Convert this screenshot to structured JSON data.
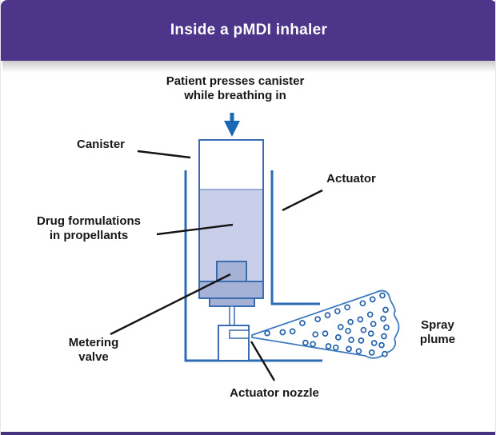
{
  "header": {
    "title": "Inside a pMDI inhaler"
  },
  "diagram": {
    "labels": {
      "instruction": {
        "line1": "Patient presses canister",
        "line2": "while breathing in"
      },
      "canister": "Canister",
      "actuator": "Actuator",
      "drug": {
        "line1": "Drug formulations",
        "line2": "in propellants"
      },
      "metering": {
        "line1": "Metering",
        "line2": "valve"
      },
      "spray": {
        "line1": "Spray",
        "line2": "plume"
      },
      "nozzle": "Actuator nozzle"
    },
    "colors": {
      "header_purple": "#4d3589",
      "diagram_blue": "#2d6bb4",
      "canister_border_blue": "#3a6db3",
      "liquid_light_blue": "#c9cfe9",
      "valve_medium_blue": "#a6b1d8",
      "arrow_blue": "#1a69b4",
      "plume_outline_blue": "#3e7abf",
      "label_text": "#171717"
    }
  }
}
